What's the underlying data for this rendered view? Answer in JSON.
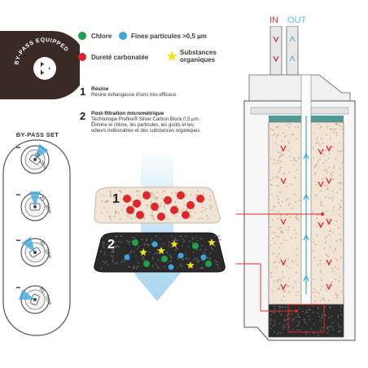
{
  "badge": {
    "text": "BY-PASS EQUIPPED"
  },
  "legend": {
    "chlore": "Chlore",
    "fines": "Fines particules >0,5 µm",
    "durete": "Dureté carbonatée",
    "substances_1": "Substances",
    "substances_2": "organiques"
  },
  "steps": [
    {
      "number": "1",
      "title": "Résine",
      "text": "Résine échangeuse d'ions très efficace."
    },
    {
      "number": "2",
      "title": "Post-filtration micrométrique",
      "line1": "Technologie Profine® Silver Carbon Block 0,5 µm.",
      "line2": "Élimine le chlore, les particules, les goûts et les",
      "line3": "odeurs indésirables et des substances organiques."
    }
  ],
  "bypass": {
    "title": "BY-PASS SET",
    "settings": [
      "15 - 25%",
      "25 - 40%",
      "40 - 55%",
      "55 - 70%"
    ]
  },
  "layers": {
    "layer1": "1",
    "layer2": "2"
  },
  "cartridge": {
    "in_label": "IN",
    "out_label": "OUT"
  },
  "colors": {
    "green": "#1fa04a",
    "blue": "#3aa6dc",
    "red": "#e0262b",
    "yellow": "#f2e21c",
    "resin": "#efe4d6",
    "carbon": "#2a2a2a",
    "accent_red": "#c8384a",
    "accent_blue": "#6fb6d8"
  }
}
